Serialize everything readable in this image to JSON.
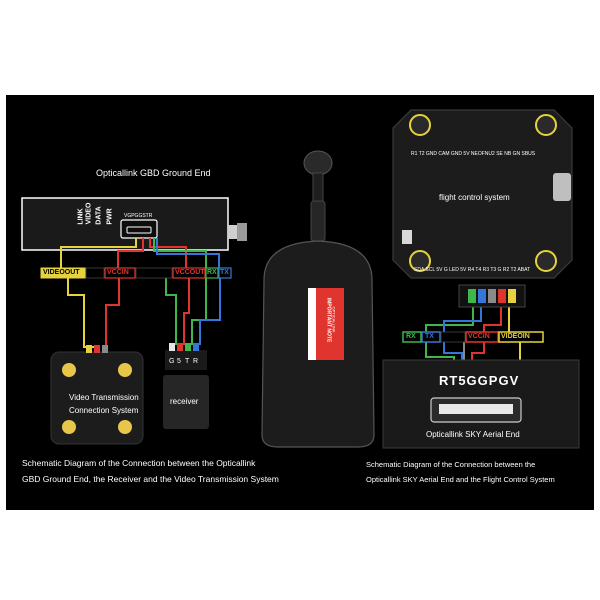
{
  "heading": "",
  "ground_end": {
    "title": "Opticallink GBD Ground End",
    "side_labels": [
      "LINK",
      "VIDEO",
      "DATA",
      "PWR"
    ],
    "port_label": "VGPGGSTR",
    "pins": [
      "VIDEOOUT",
      "",
      "VCCIN",
      "",
      "VCCOUT",
      "RX",
      "TX"
    ]
  },
  "vtx": {
    "label_line1": "Video Transmission",
    "label_line2": "Connection System"
  },
  "receiver": {
    "label": "receiver",
    "pins": [
      "G",
      "5",
      "T",
      "R"
    ]
  },
  "antenna": {
    "warning_title": "IMPORTANT NOTE",
    "warning_sub": "OPTICALLINK"
  },
  "flight_controller": {
    "label": "flight control system",
    "top_pin_labels": "R1 T2 GND CAM GND 5V NEOFNU2 SE NB GN SBUS",
    "bottom_pin_labels": "SDA SCL 5V G LED 5V R4 T4 R3 T3 G R2 T2 ABAT"
  },
  "sky_end": {
    "pins": [
      "RX",
      "TX",
      "",
      "VCCIN",
      "VIDEOIN"
    ],
    "model": "RT5GGPGV",
    "label": "Opticallink SKY Aerial End"
  },
  "captions": {
    "left_line1": "Schematic Diagram of the Connection between the Opticallink",
    "left_line2": "GBD Ground End, the Receiver and the Video Transmission System",
    "right_line1": "Schematic Diagram of the Connection between the",
    "right_line2": "Opticallink SKY Aerial End and the Flight Control System"
  },
  "colors": {
    "background": "#000000",
    "wire_yellow": "#e6d23c",
    "wire_red": "#e0352e",
    "wire_green": "#3fb649",
    "wire_blue": "#3577d8",
    "pad_gold": "#e8c64a",
    "board_dark": "#1c1c1c"
  }
}
